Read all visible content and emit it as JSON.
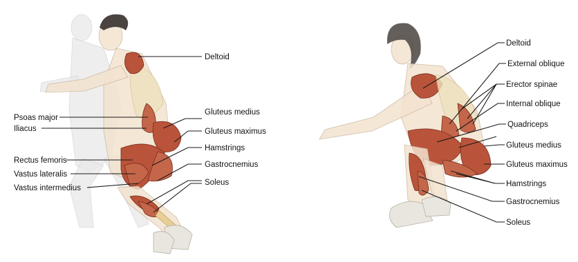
{
  "left_figure": {
    "labels_right": [
      "Deltoid",
      "Gluteus medius",
      "Gluteus maximus",
      "Hamstrings",
      "Gastrocnemius",
      "Soleus"
    ],
    "labels_left": [
      "Psoas major",
      "Iliacus",
      "Rectus femoris",
      "Vastus lateralis",
      "Vastus intermedius"
    ]
  },
  "right_figure": {
    "labels": [
      "Deltoid",
      "External oblique",
      "Erector spinae",
      "Internal oblique",
      "Quadriceps",
      "Gluteus medius",
      "Gluteus maximus",
      "Hamstrings",
      "Gastrocnemius",
      "Soleus"
    ]
  }
}
